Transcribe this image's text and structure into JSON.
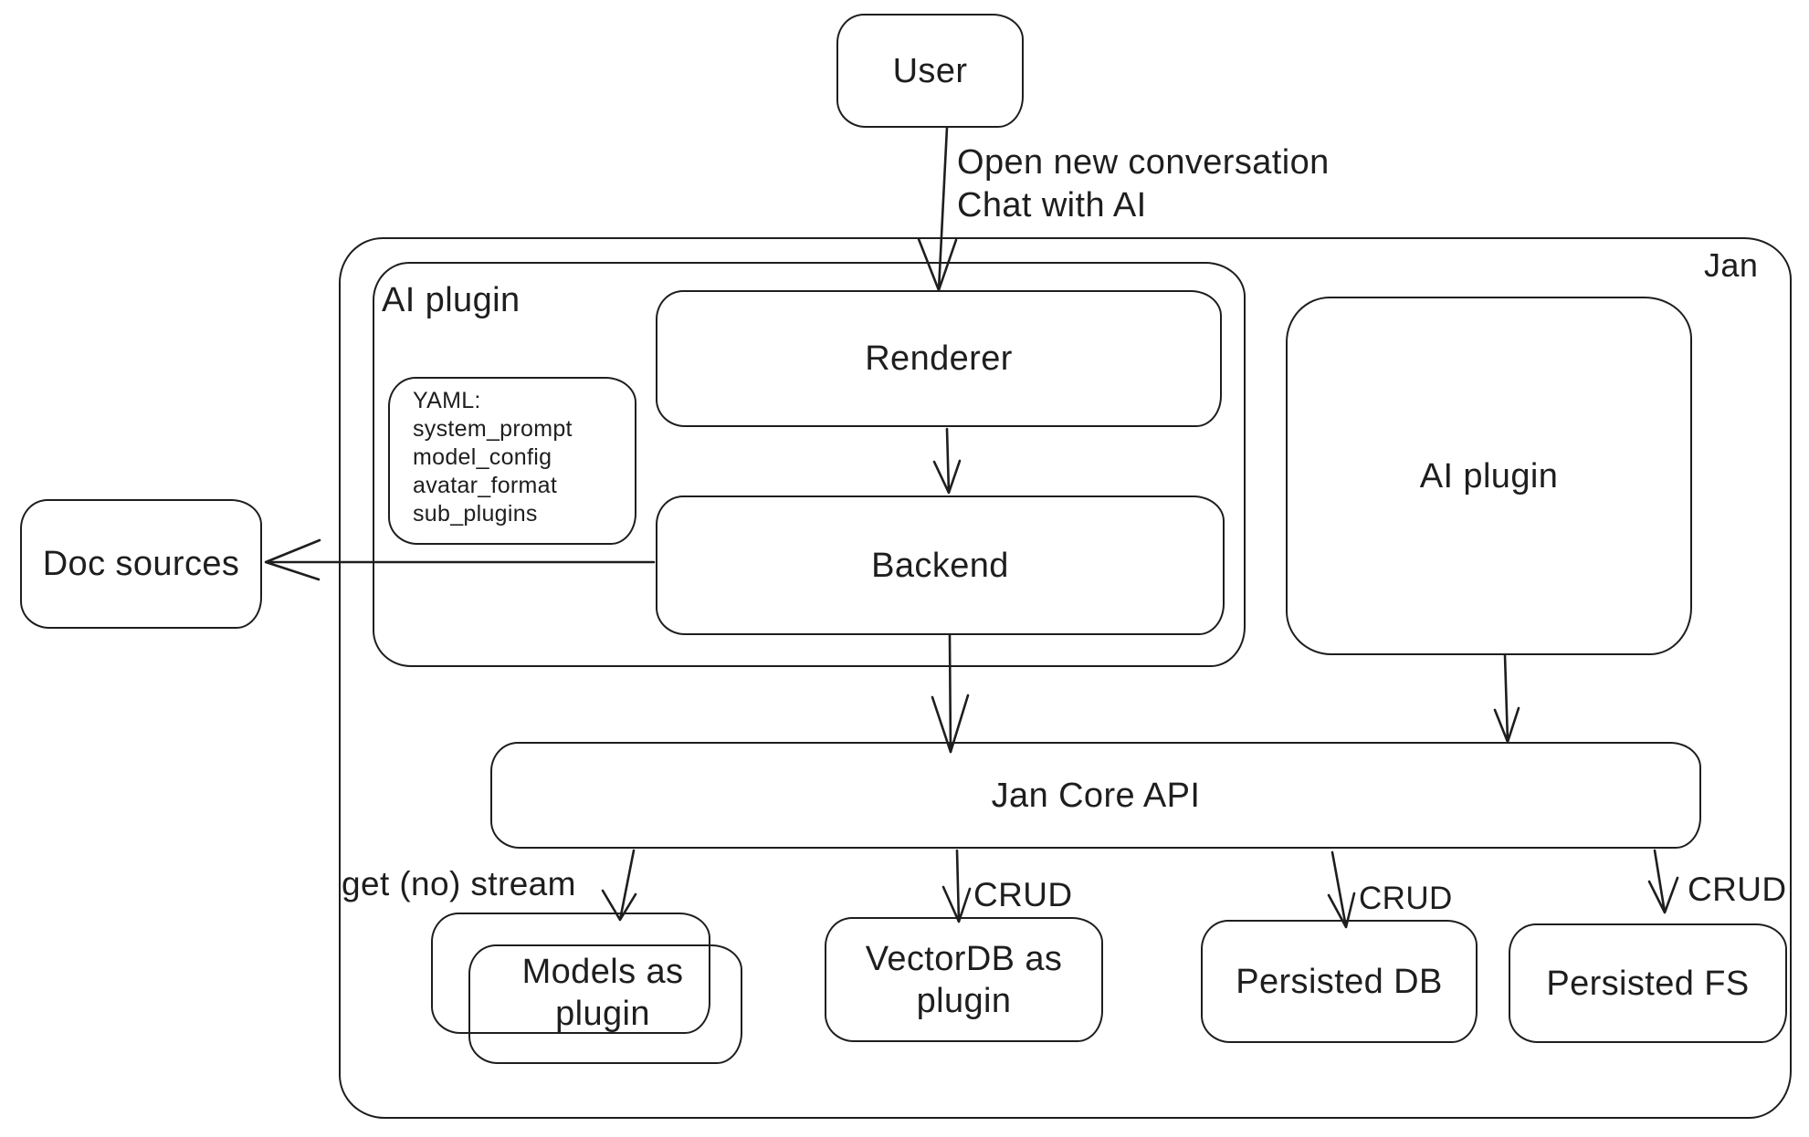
{
  "diagram": {
    "colors": {
      "stroke": "#1e1e1e",
      "background": "#ffffff"
    },
    "outer_group_label": "Jan",
    "nodes": {
      "user": {
        "label": "User"
      },
      "ai_plugin_group": {
        "label": "AI plugin"
      },
      "renderer": {
        "label": "Renderer"
      },
      "yaml_note": {
        "lines": [
          "YAML:",
          "system_prompt",
          "model_config",
          "avatar_format",
          "sub_plugins"
        ]
      },
      "backend": {
        "label": "Backend"
      },
      "doc_sources": {
        "label": "Doc sources"
      },
      "ai_plugin_right": {
        "label": "AI plugin"
      },
      "jan_core_api": {
        "label": "Jan Core API"
      },
      "models_as_plugin": {
        "label": "Models as plugin"
      },
      "vectordb_as_plugin": {
        "label": "VectorDB as plugin"
      },
      "persisted_db": {
        "label": "Persisted DB"
      },
      "persisted_fs": {
        "label": "Persisted FS"
      }
    },
    "edge_labels": {
      "user_to_renderer_line1": "Open new conversation",
      "user_to_renderer_line2": "Chat with AI",
      "core_to_models": "get (no) stream",
      "core_to_vectordb": "CRUD",
      "core_to_persisted_db": "CRUD",
      "core_to_persisted_fs": "CRUD"
    }
  }
}
